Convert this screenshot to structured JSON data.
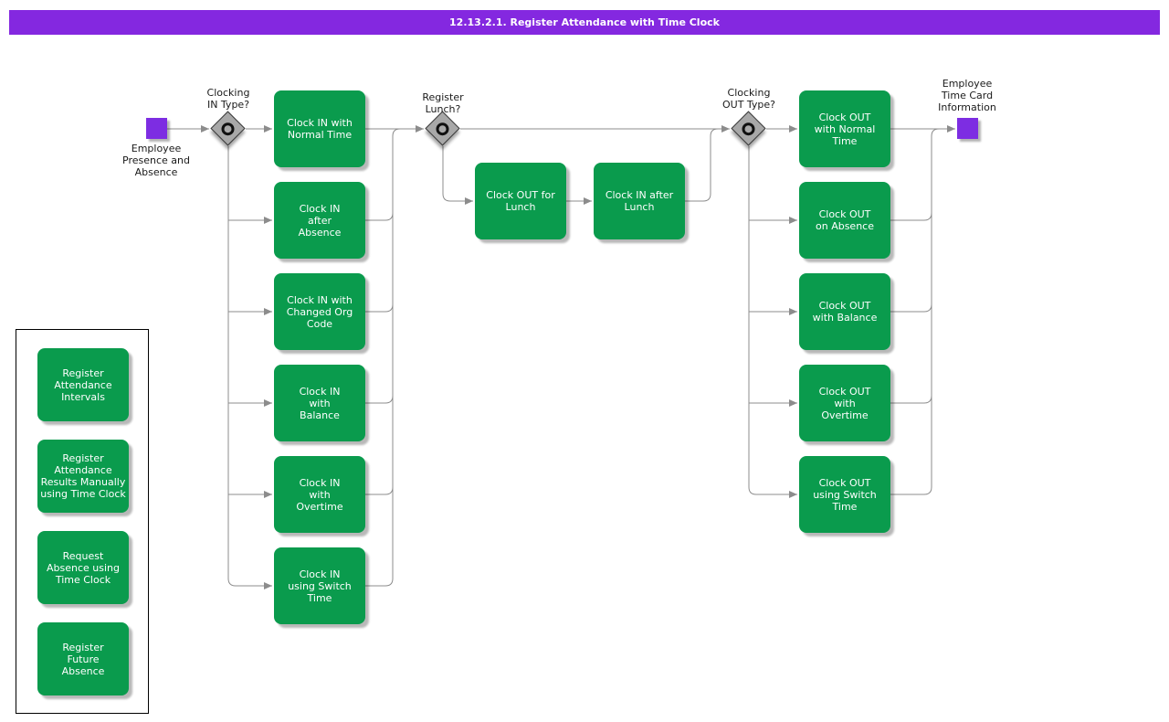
{
  "title_bar": {
    "text": "12.13.2.1. Register Attendance with Time Clock"
  },
  "colors": {
    "accent-purple": "#8428E0",
    "event-purple": "#7D2DE2",
    "task-green": "#0A9B4D",
    "line-gray": "#8C8C8C"
  },
  "flow": {
    "start_event": {
      "label": "Employee\nPresence and\nAbsence"
    },
    "end_event": {
      "label": "Employee\nTime Card\nInformation"
    },
    "gateways": [
      {
        "label": "Clocking\nIN Type?"
      },
      {
        "label": "Register\nLunch?"
      },
      {
        "label": "Clocking\nOUT Type?"
      }
    ],
    "clock_in_tasks": [
      "Clock IN with\nNormal Time",
      "Clock IN\nafter\nAbsence",
      "Clock IN with\nChanged Org\nCode",
      "Clock IN\nwith\nBalance",
      "Clock IN\nwith\nOvertime",
      "Clock IN\nusing Switch\nTime"
    ],
    "lunch_tasks": [
      "Clock OUT for\nLunch",
      "Clock IN after\nLunch"
    ],
    "clock_out_tasks": [
      "Clock OUT\nwith Normal\nTime",
      "Clock OUT\non Absence",
      "Clock OUT\nwith Balance",
      "Clock OUT\nwith\nOvertime",
      "Clock OUT\nusing Switch\nTime"
    ]
  },
  "legend": {
    "items": [
      "Register\nAttendance\nIntervals",
      "Register\nAttendance\nResults Manually\nusing Time Clock",
      "Request\nAbsence using\nTime Clock",
      "Register\nFuture\nAbsence"
    ]
  }
}
